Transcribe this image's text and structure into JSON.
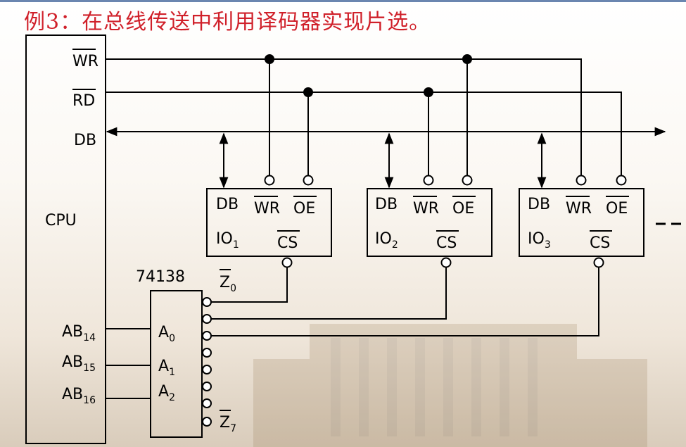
{
  "title": "例3：在总线传送中利用译码器实现片选。",
  "cpu": {
    "label": "CPU",
    "signals": {
      "wr": "WR",
      "rd": "RD",
      "db": "DB"
    },
    "address_lines": [
      {
        "base": "AB",
        "sub": "14"
      },
      {
        "base": "AB",
        "sub": "15"
      },
      {
        "base": "AB",
        "sub": "16"
      }
    ]
  },
  "decoder": {
    "label": "74138",
    "inputs": [
      {
        "base": "A",
        "sub": "0"
      },
      {
        "base": "A",
        "sub": "1"
      },
      {
        "base": "A",
        "sub": "2"
      }
    ],
    "out_first": {
      "base": "Z",
      "sub": "0"
    },
    "out_last": {
      "base": "Z",
      "sub": "7"
    }
  },
  "io_devices": [
    {
      "db": "DB",
      "wr": "WR",
      "oe": "OE",
      "cs": "CS",
      "name": "IO",
      "sub": "1"
    },
    {
      "db": "DB",
      "wr": "WR",
      "oe": "OE",
      "cs": "CS",
      "name": "IO",
      "sub": "2"
    },
    {
      "db": "DB",
      "wr": "WR",
      "oe": "OE",
      "cs": "CS",
      "name": "IO",
      "sub": "3"
    }
  ],
  "colors": {
    "title": "#d0202a",
    "line": "#000000"
  }
}
